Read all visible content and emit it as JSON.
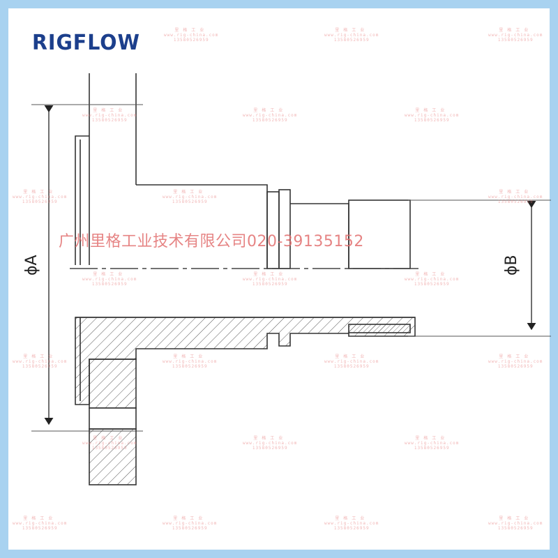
{
  "brand": {
    "logo_text": "RIGFLOW"
  },
  "watermark": {
    "company": "广州里格工业技术有限公司020-39135152",
    "line1": "里格工业",
    "line2": "www.rig-china.com",
    "line3": "13580526959"
  },
  "dimensions": {
    "phi_a": "ϕA",
    "phi_b": "ϕB"
  },
  "colors": {
    "border": "#a8d2f0",
    "logo": "#1c3f8c",
    "watermark": "#e26e6e",
    "line": "#333333"
  }
}
